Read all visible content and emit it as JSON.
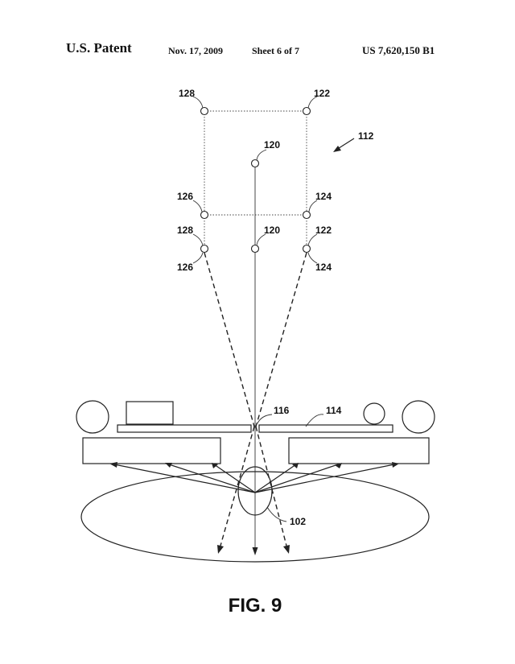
{
  "header": {
    "publication": "U.S. Patent",
    "date": "Nov. 17, 2009",
    "sheet": "Sheet 6 of 7",
    "patent_number": "US 7,620,150 B1"
  },
  "figure": {
    "caption": "FIG. 9",
    "labels": {
      "ref_112": "112",
      "ref_128_top": "128",
      "ref_122_top": "122",
      "ref_120_top": "120",
      "ref_126_mid": "126",
      "ref_124_mid": "124",
      "ref_128_low": "128",
      "ref_120_low": "120",
      "ref_122_low": "122",
      "ref_126_low": "126",
      "ref_124_low": "124",
      "ref_116": "116",
      "ref_114": "114",
      "ref_102": "102"
    }
  }
}
